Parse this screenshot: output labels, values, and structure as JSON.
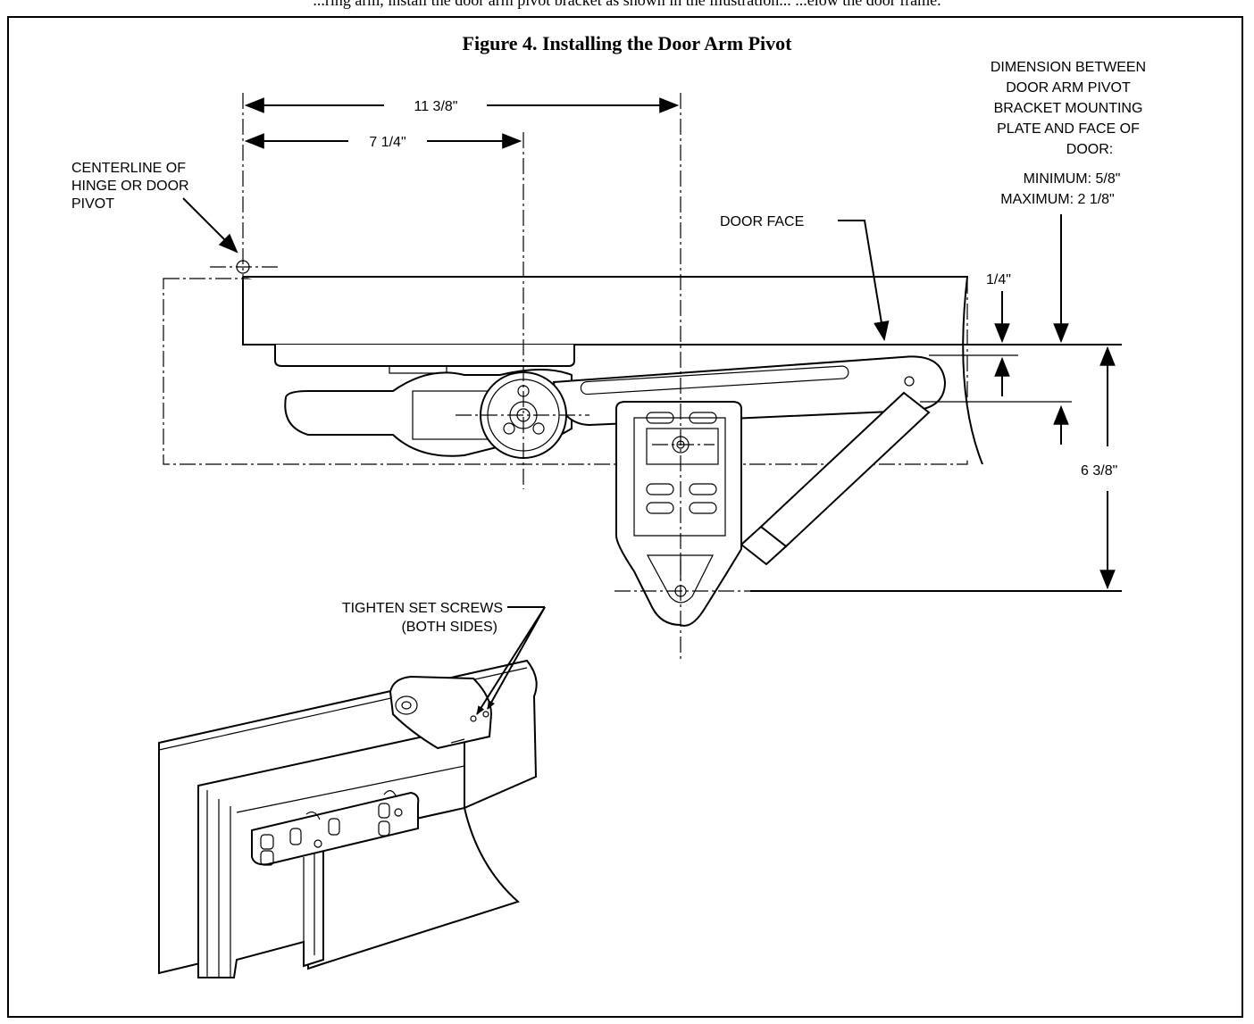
{
  "header_fragment": "...ring arm, install the door arm pivot bracket as shown in the illustration... ...elow the door frame.",
  "figure_title": "Figure 4. Installing the Door Arm Pivot",
  "dimensions": {
    "overall": "11 3/8\"",
    "center": "7 1/4\"",
    "offset": "1/4\"",
    "depth": "6 3/8\""
  },
  "callouts": {
    "centerline": [
      "CENTERLINE OF",
      "HINGE OR DOOR",
      "PIVOT"
    ],
    "door_face": "DOOR FACE",
    "dimension_note": [
      "DIMENSION BETWEEN",
      "DOOR ARM PIVOT",
      "BRACKET MOUNTING",
      "PLATE AND FACE OF",
      "DOOR:",
      "MINIMUM: 5/8\"",
      "MAXIMUM: 2 1/8\""
    ],
    "set_screws": [
      "TIGHTEN SET SCREWS",
      "(BOTH SIDES)"
    ]
  }
}
